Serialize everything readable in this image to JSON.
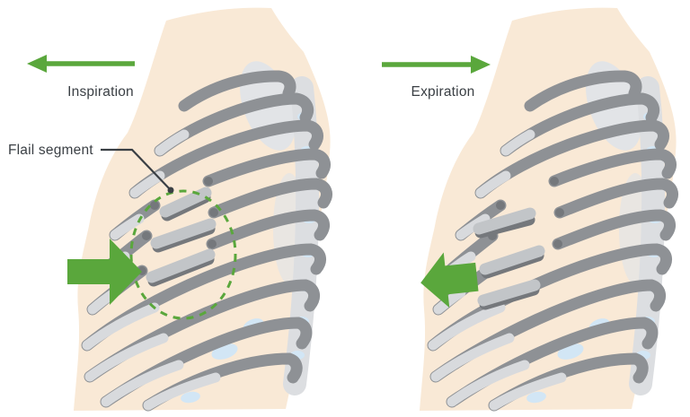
{
  "panels": {
    "left": {
      "phase_label": "Inspiration",
      "phase_arrow_direction": "left",
      "chest_wall_arrow_direction": "inward-right",
      "annotation_label": "Flail segment"
    },
    "right": {
      "phase_label": "Expiration",
      "phase_arrow_direction": "right",
      "chest_wall_arrow_direction": "outward-left"
    }
  },
  "colors": {
    "accent": "#5aa73c",
    "skin": "#f9e9d6",
    "rib": "#8e9195",
    "rib_dark": "#75787c",
    "cartilage": "#d8dadd",
    "flail_piece": "#c2c5c8",
    "spine": "#dcdee1",
    "disc_blue": "#d2e6f5",
    "scapula": "#e2e4e7",
    "text": "#3a3f44",
    "bg": "#ffffff"
  }
}
